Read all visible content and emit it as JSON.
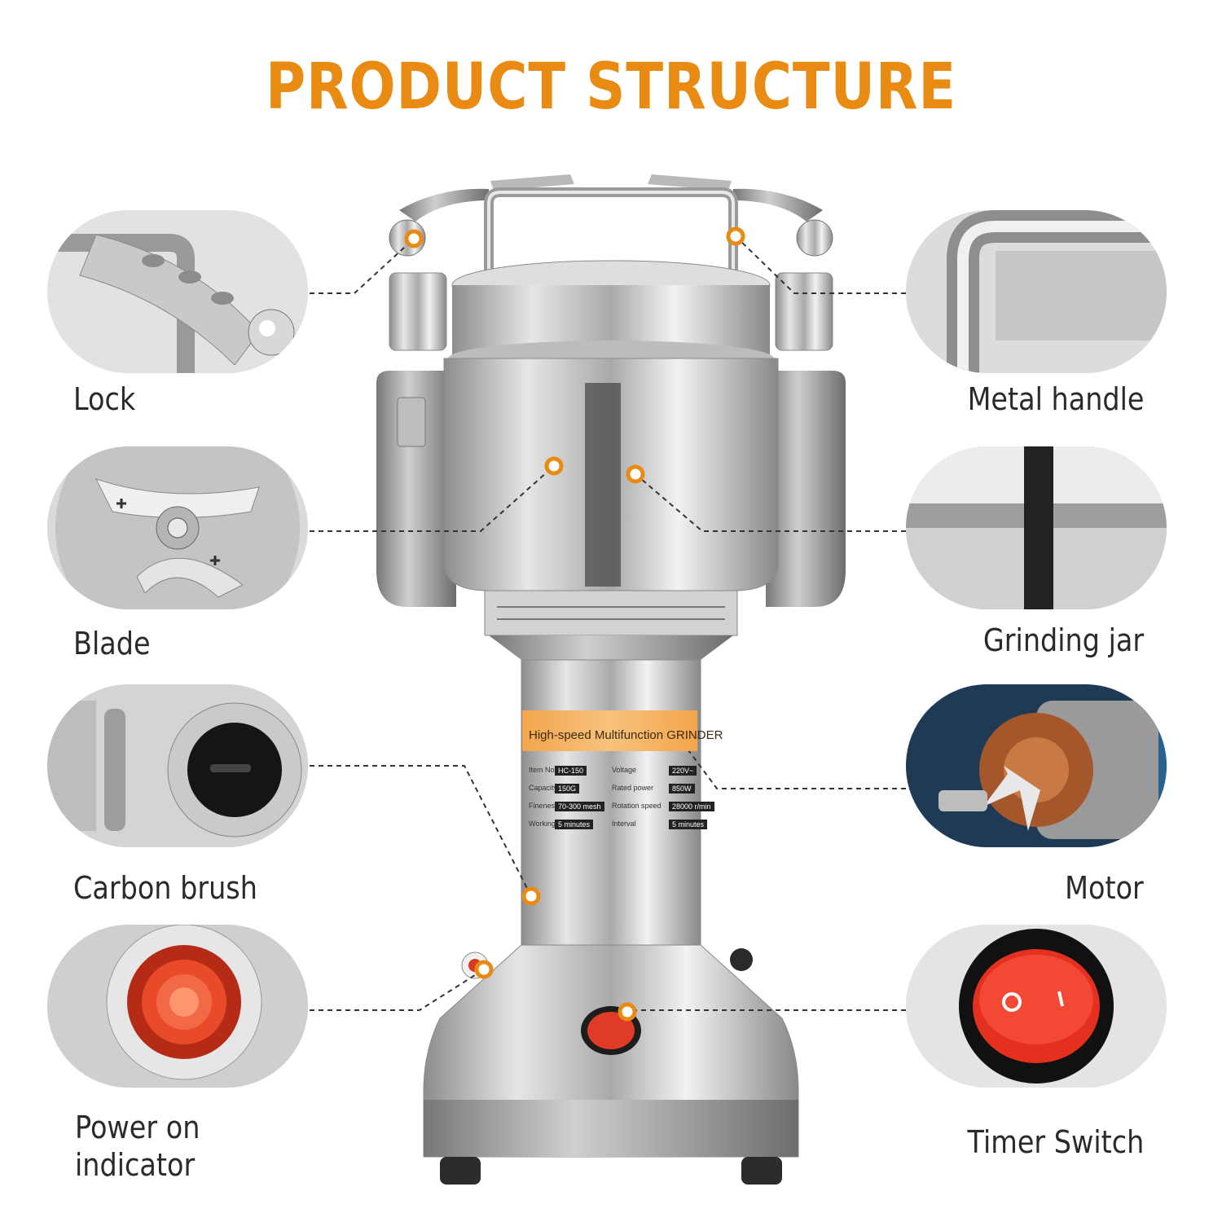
{
  "title": "PRODUCT STRUCTURE",
  "colors": {
    "title": "#e98a12",
    "marker": "#e98a12",
    "leader_line": "#333333",
    "steel": "#c7c7c7"
  },
  "callouts": {
    "lock": "Lock",
    "blade": "Blade",
    "carbon_brush": "Carbon brush",
    "power_indicator": [
      "Power on",
      "indicator"
    ],
    "metal_handle": "Metal handle",
    "grinding_jar": "Grinding jar",
    "motor": "Motor",
    "timer_switch": "Timer Switch"
  },
  "plate": {
    "band_text": "High-speed Multifunction GRINDER",
    "rows": [
      [
        "Item No.",
        "HC-150",
        "Voltage",
        "220V~"
      ],
      [
        "Capacity",
        "150G",
        "Rated power",
        "850W"
      ],
      [
        "Fineness",
        "70-300 mesh",
        "Rotation speed",
        "28000 r/min"
      ],
      [
        "Working time",
        "5 minutes",
        "Interval",
        "5 minutes"
      ]
    ]
  },
  "icons": [
    "lock-icon",
    "blade-icon",
    "carbon-brush-icon",
    "indicator-light-icon",
    "handle-icon",
    "jar-icon",
    "motor-icon",
    "rocker-switch-icon"
  ]
}
